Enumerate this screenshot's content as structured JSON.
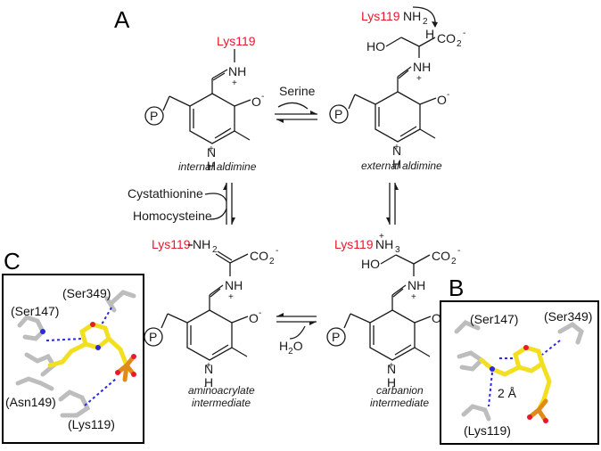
{
  "panels": {
    "a": "A",
    "b": "B",
    "c": "C"
  },
  "lys_label": "Lys119",
  "phosphate_symbol": "P",
  "atoms": {
    "nh": "NH",
    "n": "N",
    "h": "H",
    "nh2": "NH",
    "ho": "HO",
    "co2": "CO",
    "o_minus": "O",
    "plus": "+",
    "minus": "-",
    "two": "2",
    "three": "3"
  },
  "reagents": {
    "serine": "Serine",
    "cystathionine": "Cystathionine",
    "homocysteine": "Homocysteine",
    "water_h": "H",
    "water_o": "O"
  },
  "captions": {
    "internal": "internal aldimine",
    "external": "external aldimine",
    "aminoacrylate_1": "aminoacrylate",
    "aminoacrylate_2": "intermediate",
    "carbanion_1": "carbanion",
    "carbanion_2": "intermediate"
  },
  "panel_c_residues": [
    "(Ser349)",
    "(Ser147)",
    "(Asn149)",
    "(Lys119)"
  ],
  "panel_b_residues": [
    "(Ser147)",
    "(Ser349)",
    "(Lys119)"
  ],
  "distance_label": "2 Å",
  "colors": {
    "lys": "#e8192c",
    "ligand": "#f2e020",
    "phosphate": "#e08a1a",
    "hbond": "#2a2ad8",
    "protein": "#c8c8c8"
  }
}
